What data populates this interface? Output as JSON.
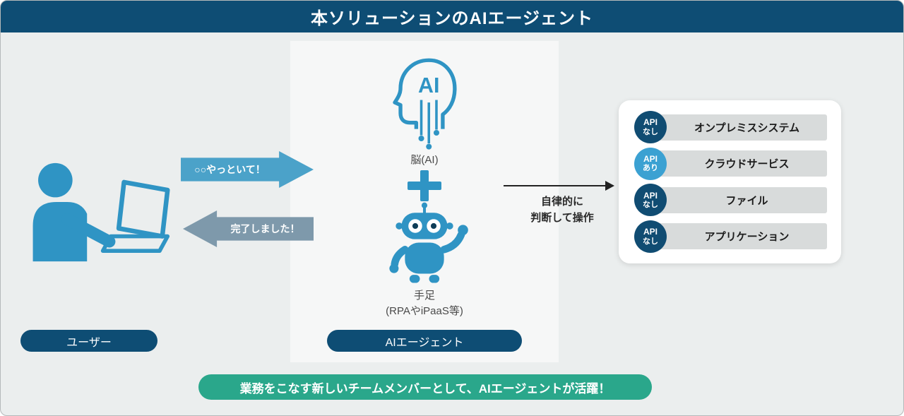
{
  "colors": {
    "navy": "#0e4d74",
    "blue": "#2f94c4",
    "arrow-blue": "#4ba2c9",
    "arrow-gray": "#7e99ab",
    "teal": "#2aa78b",
    "bar-gray": "#d8dbdb",
    "badge-navy": "#104c72",
    "badge-blue": "#3ba1d2",
    "bg": "#ebeeee",
    "strip": "#f6f7f7"
  },
  "header": {
    "title": "本ソリューションのAIエージェント"
  },
  "user": {
    "label": "ユーザー"
  },
  "messages": {
    "request": "○○やっといて！",
    "response": "完了しました！"
  },
  "agent": {
    "ai_text": "AI",
    "brain_label": "脳(AI)",
    "limbs_label": "手足",
    "limbs_sublabel": "(RPAやiPaaS等)",
    "pill_label": "AIエージェント"
  },
  "operation": {
    "line1": "自律的に",
    "line2": "判断して操作"
  },
  "targets": {
    "items": [
      {
        "badge_top": "API",
        "badge_bottom": "なし",
        "label": "オンプレミスシステム",
        "badge_color": "#104c72"
      },
      {
        "badge_top": "API",
        "badge_bottom": "あり",
        "label": "クラウドサービス",
        "badge_color": "#3ba1d2"
      },
      {
        "badge_top": "API",
        "badge_bottom": "なし",
        "label": "ファイル",
        "badge_color": "#104c72"
      },
      {
        "badge_top": "API",
        "badge_bottom": "なし",
        "label": "アプリケーション",
        "badge_color": "#104c72"
      }
    ]
  },
  "footer": {
    "banner": "業務をこなす新しいチームメンバーとして、AIエージェントが活躍！"
  }
}
